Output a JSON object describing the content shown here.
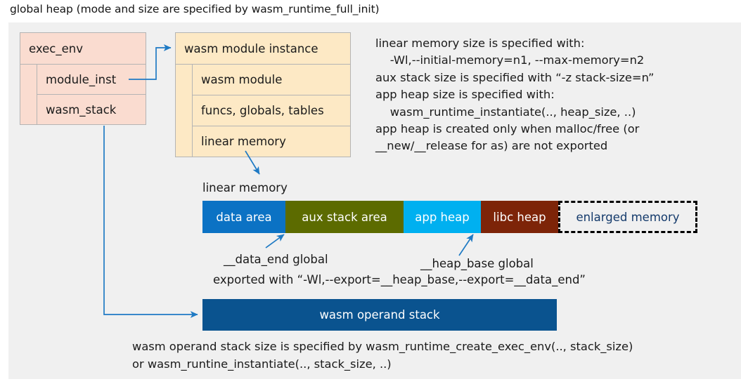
{
  "title": "global heap (mode and size are specified by wasm_runtime_full_init)",
  "exec_env": {
    "header": "exec_env",
    "rows": [
      {
        "label": "module_inst"
      },
      {
        "label": "wasm_stack"
      }
    ]
  },
  "module_instance": {
    "header": "wasm module instance",
    "rows": [
      {
        "label": "wasm module"
      },
      {
        "label": "funcs, globals, tables"
      },
      {
        "label": "linear memory"
      }
    ]
  },
  "info_text": "linear memory size is specified with:\n    -Wl,--initial-memory=n1, --max-memory=n2\naux stack size is specified with “-z stack-size=n”\napp heap size is specified with:\n    wasm_runtime_instantiate(.., heap_size, ..)\napp heap is created only when malloc/free (or\n__new/__release for as) are not exported",
  "linear_memory": {
    "label": "linear memory",
    "segments": [
      {
        "label": "data area",
        "color": "#0b72c4",
        "width": 118,
        "text_color": "#ffffff",
        "dashed": false
      },
      {
        "label": "aux stack area",
        "color": "#5c6b00",
        "width": 168,
        "text_color": "#ffffff",
        "dashed": false
      },
      {
        "label": "app heap",
        "color": "#00b0f0",
        "width": 110,
        "text_color": "#ffffff",
        "dashed": false
      },
      {
        "label": "libc heap",
        "color": "#7d2408",
        "width": 110,
        "text_color": "#ffffff",
        "dashed": false
      },
      {
        "label": "enlarged memory",
        "color": "transparent",
        "width": 198,
        "text_color": "#143a6b",
        "dashed": true
      }
    ]
  },
  "annotations": {
    "data_end": "__data_end global",
    "heap_base": "__heap_base global",
    "exported": "exported with “-Wl,--export=__heap_base,--export=__data_end”"
  },
  "operand_stack": {
    "label": "wasm operand stack",
    "color": "#0a538f"
  },
  "bottom_text": "wasm operand stack size is specified by wasm_runtime_create_exec_env(.., stack_size)\nor wasm_runtine_instantiate(.., stack_size, ..)",
  "colors": {
    "canvas": "#f0f0f0",
    "peach": "#fadcd0",
    "cream": "#fde9c5",
    "arrow": "#1f7ac4",
    "border": "#b4b4b4"
  }
}
